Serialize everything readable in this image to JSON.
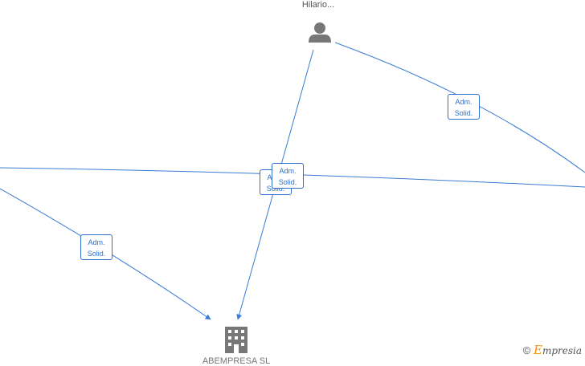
{
  "nodes": {
    "person": {
      "label": "Hilario...",
      "icon": "person-icon"
    },
    "company": {
      "label": "ABEMPRESA SL",
      "icon": "building-icon"
    }
  },
  "edge_labels": [
    {
      "line1": "Adm.",
      "line2": "Solid."
    },
    {
      "line1": "Adm.",
      "line2": "Solid."
    },
    {
      "line1": "Adm.",
      "line2": "Solid."
    },
    {
      "line1": "Adm.",
      "line2": "Solid."
    }
  ],
  "footer": {
    "copyright": "©",
    "brand_initial": "E",
    "brand_rest": "mpresia"
  },
  "colors": {
    "edge": "#3a7bd5",
    "icon": "#777777",
    "brand": "#f29400"
  }
}
